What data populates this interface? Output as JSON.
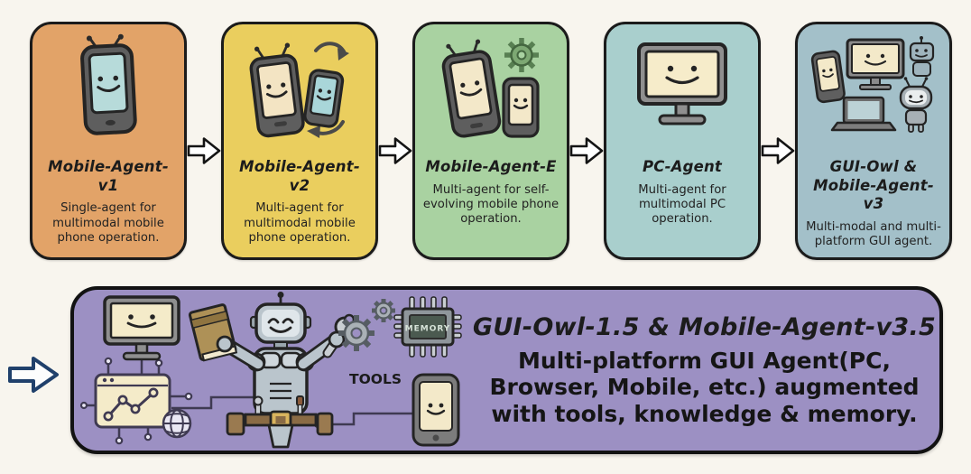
{
  "figure": {
    "name": "Mobile-Agent family evolution diagram"
  },
  "timeline": {
    "cards": [
      {
        "title": "Mobile-Agent-v1",
        "description": "Single-agent for multimodal mobile phone operation.",
        "bg": "#e2a368",
        "icon": "phone-antenna-smiley"
      },
      {
        "title": "Mobile-Agent-v2",
        "description": "Multi-agent for multimodal mobile phone operation.",
        "bg": "#eace5e",
        "icon": "two-phones-cycle-arrows"
      },
      {
        "title": "Mobile-Agent-E",
        "description": "Multi-agent for self-evolving mobile phone operation.",
        "bg": "#a9d2a1",
        "icon": "two-phones-gear"
      },
      {
        "title": "PC-Agent",
        "description": "Multi-agent for multimodal PC operation.",
        "bg": "#a9cfcd",
        "icon": "monitor-smiley"
      },
      {
        "title": "GUI-Owl & Mobile-Agent-v3",
        "description": "Multi-modal and multi-platform GUI agent.",
        "bg": "#a3c0c9",
        "icon": "devices-and-robots"
      }
    ]
  },
  "evolution": {
    "title": "GUI-Owl-1.5 & Mobile-Agent-v3.5",
    "description": "Multi-platform GUI Agent(PC, Browser, Mobile, etc.) augmented with tools, knowledge & memory.",
    "bg": "#9c90c3",
    "labels": {
      "tools": "TOOLS",
      "memory": "MEMORY"
    },
    "icon": "robot-with-tools-knowledge-memory"
  },
  "colors": {
    "page_bg": "#f8f5ee",
    "card_border": "#1b1b1b",
    "flow_arrow_fill": "#ffffff",
    "flow_arrow_stroke": "#141414",
    "evolution_arrow_stroke": "#20406b",
    "evolution_border": "#121212"
  }
}
